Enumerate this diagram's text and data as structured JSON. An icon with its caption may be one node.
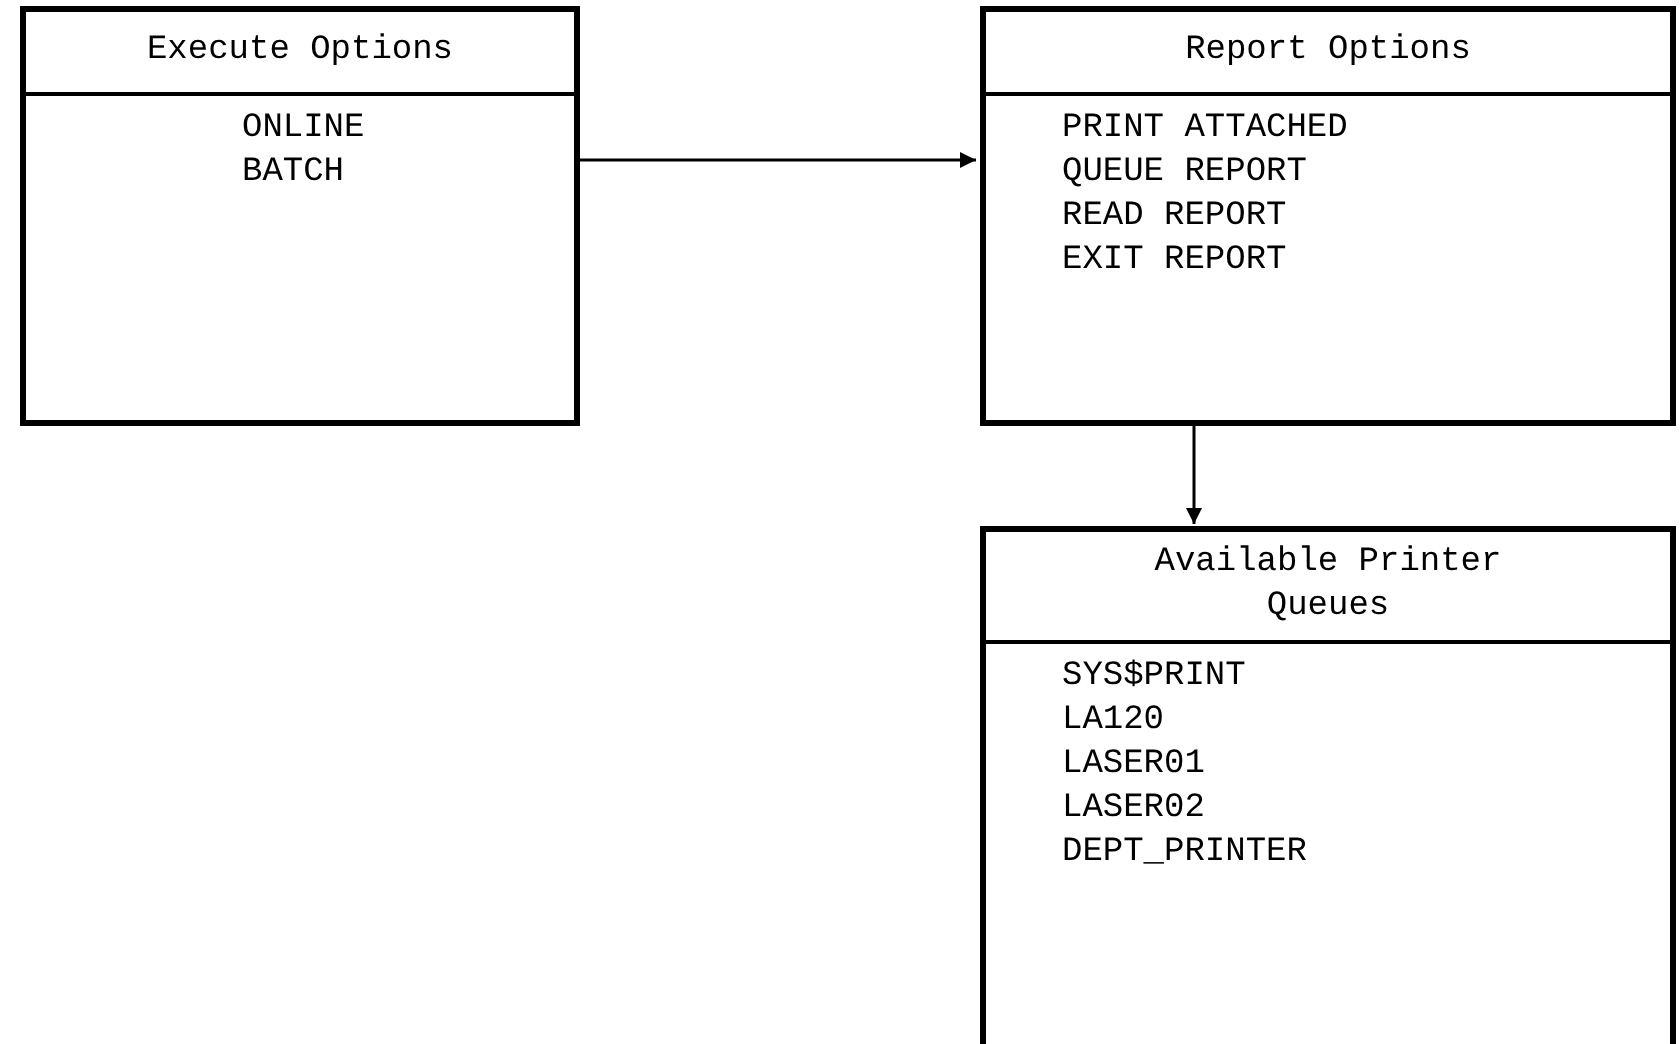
{
  "diagram": {
    "nodes": [
      {
        "text": [
          "Execute Options",
          "ONLINE",
          "BATCH"
        ]
      },
      {
        "text": [
          "Report Options",
          "PRINT ATTACHED",
          "QUEUE REPORT",
          "READ REPORT",
          "EXIT REPORT"
        ]
      },
      {
        "text": [
          "Available Printer Queues",
          "SYS$PRINT",
          "LA120",
          "LASER01",
          "LASER02",
          "DEPT_PRINTER"
        ]
      }
    ],
    "edges": [
      {
        "from": 0,
        "to": 1,
        "arrow": "to"
      },
      {
        "from": 1,
        "to": 2,
        "arrow": "to"
      }
    ]
  }
}
